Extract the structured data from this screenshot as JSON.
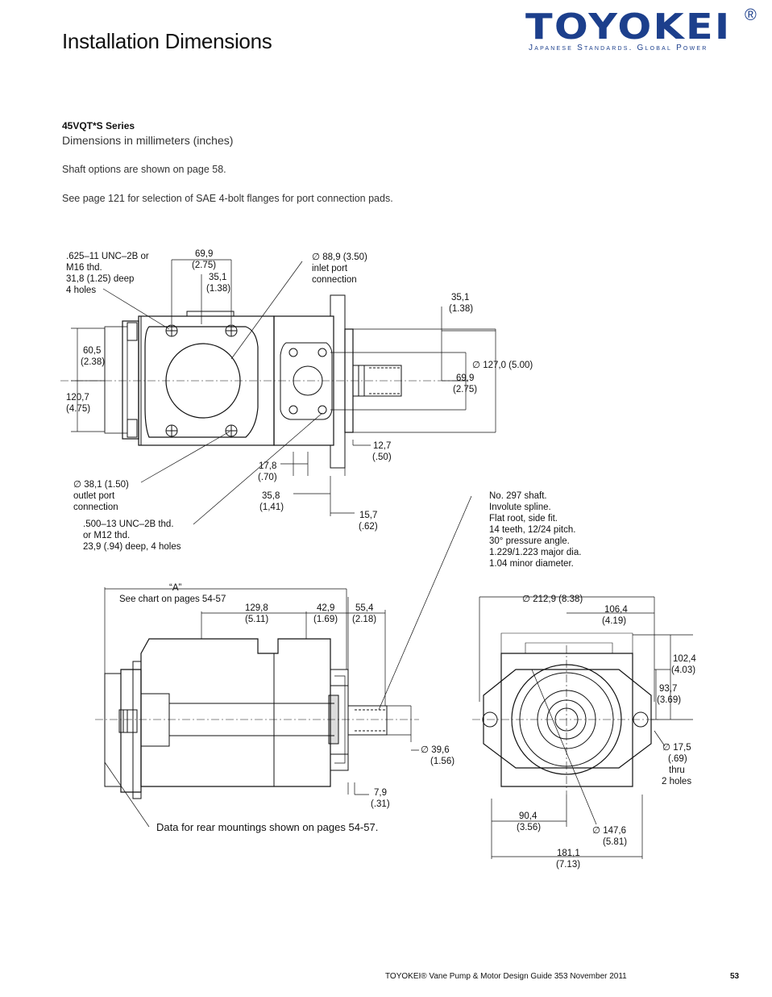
{
  "header": {
    "title": "Installation Dimensions",
    "logo_text": "TOYOKEI",
    "logo_registered": "®",
    "logo_tagline": "Japanese Standards. Global Power"
  },
  "intro": {
    "series": "45VQT*S Series",
    "units": "Dimensions in millimeters (inches)",
    "note_shaft": "Shaft options are shown on page 58.",
    "note_flanges": "See page 121 for selection of SAE 4-bolt flanges for port connection pads."
  },
  "top_view": {
    "thread_note": [
      ".625–11 UNC–2B or",
      "M16 thd.",
      "31,8 (1.25) deep",
      "4 holes"
    ],
    "dim_69_9": [
      "69,9",
      "(2.75)"
    ],
    "dim_35_1_a": [
      "35,1",
      "(1.38)"
    ],
    "inlet_port": [
      "∅ 88,9 (3.50)",
      "inlet port",
      "connection"
    ],
    "dim_35_1_b": [
      "35,1",
      "(1.38)"
    ],
    "dim_60_5": [
      "60,5",
      "(2.38)"
    ],
    "dim_120_7": [
      "120,7",
      "(4.75)"
    ],
    "dim_127_0": "∅ 127,0 (5.00)",
    "dim_69_9_b": [
      "69,9",
      "(2.75)"
    ],
    "dim_12_7": [
      "12,7",
      "(.50)"
    ],
    "dim_17_8": [
      "17,8",
      "(.70)"
    ],
    "dim_35_8": [
      "35,8",
      "(1,41)"
    ],
    "dim_15_7": [
      "15,7",
      "(.62)"
    ],
    "outlet_port": [
      "∅ 38,1 (1.50)",
      "outlet port",
      "connection"
    ],
    "thread_note_b": [
      ".500–13 UNC–2B thd.",
      "or M12 thd.",
      "23,9 (.94) deep, 4 holes"
    ]
  },
  "shaft_note": [
    "No. 297 shaft.",
    "Involute spline.",
    "Flat root, side fit.",
    "14 teeth, 12/24 pitch.",
    "30° pressure angle.",
    "1.229/1.223 major dia.",
    "1.04 minor diameter."
  ],
  "side_view": {
    "dim_a": "“A”",
    "chart_note": "See chart on pages 54-57",
    "dim_129_8": [
      "129,8",
      "(5.11)"
    ],
    "dim_42_9": [
      "42,9",
      "(1.69)"
    ],
    "dim_55_4": [
      "55,4",
      "(2.18)"
    ],
    "dim_39_6": [
      "∅ 39,6",
      "(1.56)"
    ],
    "dim_7_9": [
      "7,9",
      "(.31)"
    ],
    "rear_note": "Data for rear mountings shown on pages 54-57."
  },
  "end_view": {
    "dim_212_9": "∅ 212,9 (8.38)",
    "dim_106_4": [
      "106,4",
      "(4.19)"
    ],
    "dim_102_4": [
      "102,4",
      "(4.03)"
    ],
    "dim_93_7": [
      "93,7",
      "(3.69)"
    ],
    "dim_17_5": [
      "∅ 17,5",
      "(.69)",
      "thru",
      "2 holes"
    ],
    "dim_90_4": [
      "90,4",
      "(3.56)"
    ],
    "dim_147_6": [
      "∅ 147,6",
      "(5.81)"
    ],
    "dim_181_1": [
      "181,1",
      "(7.13)"
    ]
  },
  "footer": {
    "text": "TOYOKEI® Vane Pump & Motor Design Guide  353  November 2011",
    "page": "53"
  }
}
